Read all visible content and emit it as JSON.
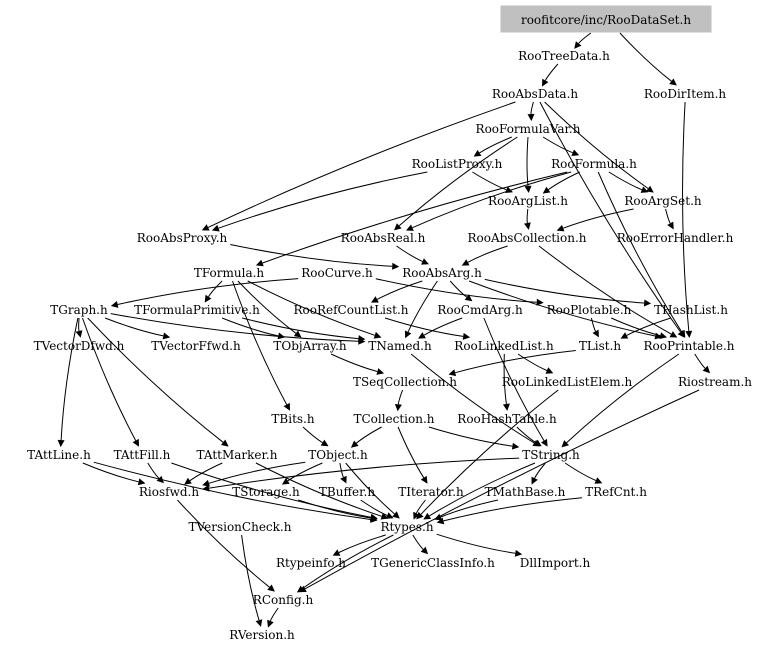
{
  "root": "roofitcore/inc/RooDataSet.h",
  "nodes": [
    "roofitcore/inc/RooDataSet.h",
    "RooTreeData.h",
    "RooAbsData.h",
    "RooDirItem.h",
    "RooFormulaVar.h",
    "RooListProxy.h",
    "RooFormula.h",
    "RooArgList.h",
    "RooArgSet.h",
    "RooAbsProxy.h",
    "RooAbsReal.h",
    "RooAbsCollection.h",
    "RooErrorHandler.h",
    "TFormula.h",
    "RooCurve.h",
    "RooAbsArg.h",
    "TGraph.h",
    "TFormulaPrimitive.h",
    "RooRefCountList.h",
    "RooCmdArg.h",
    "RooPlotable.h",
    "THashList.h",
    "TVectorDfwd.h",
    "TVectorFfwd.h",
    "TObjArray.h",
    "TNamed.h",
    "RooLinkedList.h",
    "TList.h",
    "RooPrintable.h",
    "TSeqCollection.h",
    "RooLinkedListElem.h",
    "Riostream.h",
    "TBits.h",
    "TCollection.h",
    "RooHashTable.h",
    "TAttLine.h",
    "TAttFill.h",
    "TAttMarker.h",
    "TObject.h",
    "TString.h",
    "Riosfwd.h",
    "TStorage.h",
    "TBuffer.h",
    "TIterator.h",
    "TMathBase.h",
    "TRefCnt.h",
    "TVersionCheck.h",
    "Rtypes.h",
    "Rtypeinfo.h",
    "TGenericClassInfo.h",
    "DllImport.h",
    "RConfig.h",
    "RVersion.h"
  ],
  "edges": [
    [
      "roofitcore/inc/RooDataSet.h",
      "RooTreeData.h"
    ],
    [
      "roofitcore/inc/RooDataSet.h",
      "RooDirItem.h"
    ],
    [
      "RooTreeData.h",
      "RooAbsData.h"
    ],
    [
      "RooAbsData.h",
      "RooFormulaVar.h"
    ],
    [
      "RooAbsData.h",
      "RooAbsProxy.h"
    ],
    [
      "RooAbsData.h",
      "RooArgSet.h"
    ],
    [
      "RooAbsData.h",
      "RooPrintable.h"
    ],
    [
      "RooDirItem.h",
      "RooPrintable.h"
    ],
    [
      "RooFormulaVar.h",
      "RooListProxy.h"
    ],
    [
      "RooFormulaVar.h",
      "RooFormula.h"
    ],
    [
      "RooFormulaVar.h",
      "RooAbsReal.h"
    ],
    [
      "RooFormulaVar.h",
      "RooArgList.h"
    ],
    [
      "RooListProxy.h",
      "RooArgList.h"
    ],
    [
      "RooListProxy.h",
      "RooAbsProxy.h"
    ],
    [
      "RooFormula.h",
      "RooArgSet.h"
    ],
    [
      "RooFormula.h",
      "RooArgList.h"
    ],
    [
      "RooFormula.h",
      "RooAbsReal.h"
    ],
    [
      "RooFormula.h",
      "TFormula.h"
    ],
    [
      "RooFormula.h",
      "RooPrintable.h"
    ],
    [
      "RooArgList.h",
      "RooAbsCollection.h"
    ],
    [
      "RooArgSet.h",
      "RooAbsCollection.h"
    ],
    [
      "RooArgSet.h",
      "RooErrorHandler.h"
    ],
    [
      "RooAbsProxy.h",
      "RooAbsArg.h"
    ],
    [
      "RooAbsReal.h",
      "RooAbsArg.h"
    ],
    [
      "RooAbsCollection.h",
      "RooAbsArg.h"
    ],
    [
      "RooAbsCollection.h",
      "RooPrintable.h"
    ],
    [
      "TFormula.h",
      "TFormulaPrimitive.h"
    ],
    [
      "TFormula.h",
      "TBits.h"
    ],
    [
      "TFormula.h",
      "TNamed.h"
    ],
    [
      "TFormula.h",
      "TObjArray.h"
    ],
    [
      "RooCurve.h",
      "TGraph.h"
    ],
    [
      "RooCurve.h",
      "RooPlotable.h"
    ],
    [
      "RooAbsArg.h",
      "RooRefCountList.h"
    ],
    [
      "RooAbsArg.h",
      "RooCmdArg.h"
    ],
    [
      "RooAbsArg.h",
      "THashList.h"
    ],
    [
      "RooAbsArg.h",
      "RooPrintable.h"
    ],
    [
      "RooAbsArg.h",
      "TNamed.h"
    ],
    [
      "TGraph.h",
      "TVectorDfwd.h"
    ],
    [
      "TGraph.h",
      "TVectorFfwd.h"
    ],
    [
      "TGraph.h",
      "TNamed.h"
    ],
    [
      "TGraph.h",
      "TAttLine.h"
    ],
    [
      "TGraph.h",
      "TAttFill.h"
    ],
    [
      "TGraph.h",
      "TAttMarker.h"
    ],
    [
      "TFormulaPrimitive.h",
      "TNamed.h"
    ],
    [
      "TFormulaPrimitive.h",
      "TObjArray.h"
    ],
    [
      "RooRefCountList.h",
      "RooLinkedList.h"
    ],
    [
      "RooCmdArg.h",
      "TNamed.h"
    ],
    [
      "RooCmdArg.h",
      "TString.h"
    ],
    [
      "RooPlotable.h",
      "RooPrintable.h"
    ],
    [
      "RooPlotable.h",
      "TList.h"
    ],
    [
      "THashList.h",
      "TList.h"
    ],
    [
      "TObjArray.h",
      "TSeqCollection.h"
    ],
    [
      "TNamed.h",
      "TString.h"
    ],
    [
      "RooLinkedList.h",
      "RooLinkedListElem.h"
    ],
    [
      "RooLinkedList.h",
      "RooHashTable.h"
    ],
    [
      "TList.h",
      "TSeqCollection.h"
    ],
    [
      "RooPrintable.h",
      "Riostream.h"
    ],
    [
      "RooPrintable.h",
      "TString.h"
    ],
    [
      "TSeqCollection.h",
      "TCollection.h"
    ],
    [
      "RooLinkedListElem.h",
      "Rtypes.h"
    ],
    [
      "Riostream.h",
      "RConfig.h"
    ],
    [
      "TBits.h",
      "TObject.h"
    ],
    [
      "TCollection.h",
      "TObject.h"
    ],
    [
      "TCollection.h",
      "TIterator.h"
    ],
    [
      "TCollection.h",
      "TString.h"
    ],
    [
      "RooHashTable.h",
      "TString.h"
    ],
    [
      "TAttLine.h",
      "Riosfwd.h"
    ],
    [
      "TAttLine.h",
      "Rtypes.h"
    ],
    [
      "TAttFill.h",
      "Riosfwd.h"
    ],
    [
      "TAttFill.h",
      "Rtypes.h"
    ],
    [
      "TAttMarker.h",
      "Riosfwd.h"
    ],
    [
      "TAttMarker.h",
      "Rtypes.h"
    ],
    [
      "TObject.h",
      "Riosfwd.h"
    ],
    [
      "TObject.h",
      "TStorage.h"
    ],
    [
      "TObject.h",
      "TBuffer.h"
    ],
    [
      "TObject.h",
      "Rtypes.h"
    ],
    [
      "TString.h",
      "Riosfwd.h"
    ],
    [
      "TString.h",
      "TMathBase.h"
    ],
    [
      "TString.h",
      "TRefCnt.h"
    ],
    [
      "TString.h",
      "Rtypes.h"
    ],
    [
      "Riosfwd.h",
      "RConfig.h"
    ],
    [
      "TStorage.h",
      "Rtypes.h"
    ],
    [
      "TBuffer.h",
      "Rtypes.h"
    ],
    [
      "TIterator.h",
      "Rtypes.h"
    ],
    [
      "TMathBase.h",
      "Rtypes.h"
    ],
    [
      "TRefCnt.h",
      "Rtypes.h"
    ],
    [
      "TVersionCheck.h",
      "RVersion.h"
    ],
    [
      "Rtypes.h",
      "Rtypeinfo.h"
    ],
    [
      "Rtypes.h",
      "TGenericClassInfo.h"
    ],
    [
      "Rtypes.h",
      "DllImport.h"
    ],
    [
      "Rtypes.h",
      "RConfig.h"
    ],
    [
      "RConfig.h",
      "RVersion.h"
    ]
  ]
}
